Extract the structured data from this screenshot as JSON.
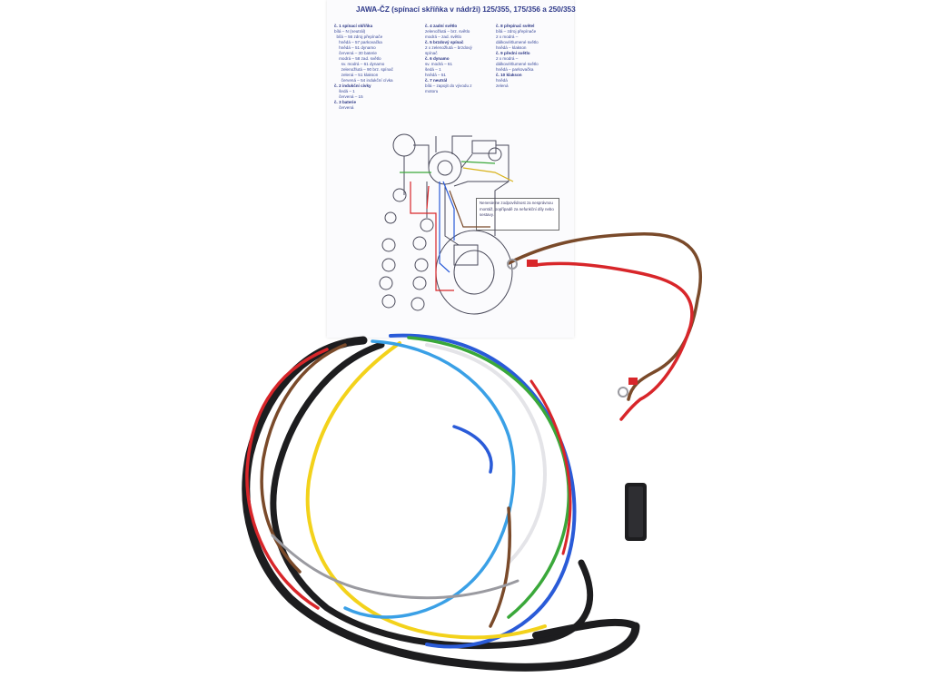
{
  "document": {
    "title": "JAWA-ČZ  (spínací skříňka v nádrži)  125/355, 175/356 a 250/353",
    "columns": [
      [
        {
          "head": "č. 1 spínací skříňka"
        },
        {
          "line": "bílá – N (neutrál)"
        },
        {
          "line": "  bílá – 56 zdroj přepínače"
        },
        {
          "line": "    hnědá – 57 parkovačka"
        },
        {
          "line": "    hnědá – 51 dynamo"
        },
        {
          "line": "    červená – 30 baterie"
        },
        {
          "line": "    modrá – 58 zad. světlo"
        },
        {
          "line": "      sv. modrá – 61 dynamo"
        },
        {
          "line": "      zelenožlutá – 90 brz. spínač"
        },
        {
          "line": "      zelená – 51 klakson"
        },
        {
          "line": "      červená – 54 indukční cívka"
        },
        {
          "head": "č. 2 indukční cívky"
        },
        {
          "line": "    šedá – 1"
        },
        {
          "line": "    červená – 15"
        },
        {
          "head": "č. 3 baterie"
        },
        {
          "line": "    červená"
        }
      ],
      [
        {
          "head": "č. 4 zadní světlo"
        },
        {
          "line": "zelenožlutá – brz. světlo"
        },
        {
          "line": "modrá – zad. světlo"
        },
        {
          "head": "č. 5 brzdový spínač"
        },
        {
          "line": "2 x zelenožlutá – brzdový"
        },
        {
          "line": "spínač"
        },
        {
          "head": "č. 6 dynamo"
        },
        {
          "line": "sv. modrá – 61"
        },
        {
          "line": "šedá – 1"
        },
        {
          "line": "hnědá – 51"
        },
        {
          "head": "č. 7 neutrál"
        },
        {
          "line": "bílá – zapojit do vývodu z"
        },
        {
          "line": "motoru"
        }
      ],
      [
        {
          "head": "č. 8 přepínač světel"
        },
        {
          "line": "bílá – zdroj přepínače"
        },
        {
          "line": "2 x modrá –"
        },
        {
          "line": "dálkové/tlumené světlo"
        },
        {
          "line": "hnědá – klakson"
        },
        {
          "head": "č. 9 přední světlo"
        },
        {
          "line": "2 x modrá –"
        },
        {
          "line": "dálkové/tlumené světlo"
        },
        {
          "line": "hnědá – parkovačka"
        },
        {
          "head": "č. 10 klakson"
        },
        {
          "line": "hnědá"
        },
        {
          "line": "zelená"
        }
      ]
    ],
    "note": "Nenesieme    zodpovědnost   za nesprávnou montáž, popřípadě za nefunkční díly nebo sestavy."
  },
  "colors": {
    "black": "#1d1d1f",
    "brown": "#7a4a2a",
    "red": "#d8262a",
    "blue": "#2a5bd8",
    "lightblue": "#3aa0e6",
    "green": "#3aa83a",
    "yellow": "#f3d21b",
    "white": "#e4e4e8",
    "grey": "#9a9aa0",
    "schematic": "#4a4a5a"
  }
}
